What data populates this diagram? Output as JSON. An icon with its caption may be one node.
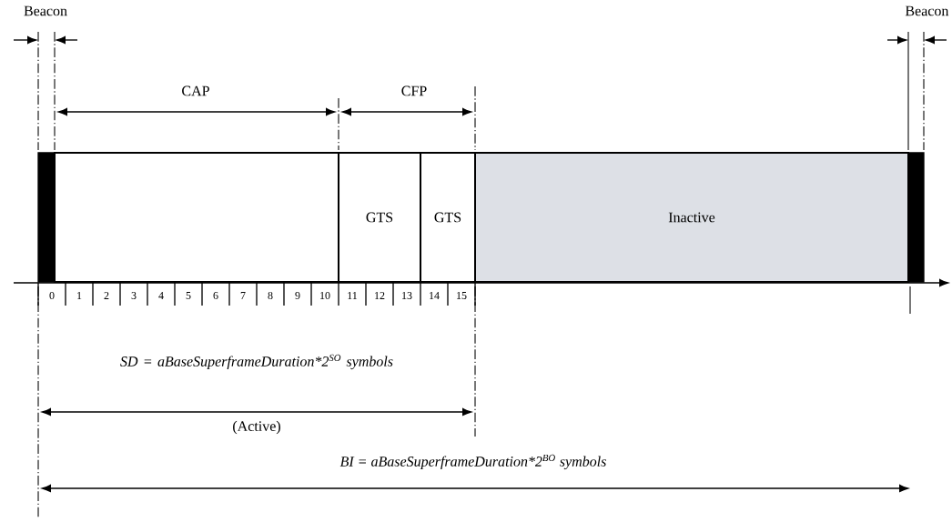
{
  "diagram": {
    "nodes": [
      {
        "text": [],
        "shape": "bar"
      },
      {
        "text": [],
        "shape": "box"
      },
      {
        "text": [
          "GTS"
        ]
      },
      {
        "text": [
          "GTS"
        ]
      },
      {
        "text": [
          "Inactive"
        ]
      },
      {
        "text": [],
        "shape": "bar"
      }
    ],
    "labels": [
      "Beacon",
      "Beacon",
      "CAP",
      "CFP",
      "0",
      "1",
      "2",
      "3",
      "4",
      "5",
      "6",
      "7",
      "8",
      "9",
      "10",
      "11",
      "12",
      "13",
      "14",
      "15",
      "SD = aBaseSuperframeDuration*2$^{SO}$ symbols",
      "(Active)",
      "BI = aBaseSuperframeDuration*2$^{BO}$ symbols"
    ]
  }
}
